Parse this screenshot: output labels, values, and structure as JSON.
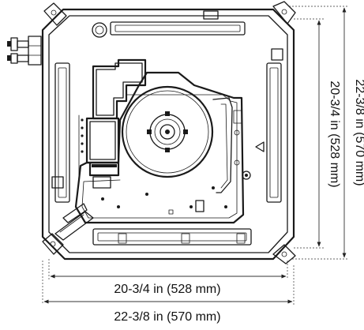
{
  "dimensions": {
    "inner_width": "20-3/4 in (528 mm)",
    "outer_width": "22-3/8 in (570 mm)",
    "inner_height": "20-3/4 in (528 mm)",
    "outer_height": "22-3/8 in (570 mm)"
  }
}
